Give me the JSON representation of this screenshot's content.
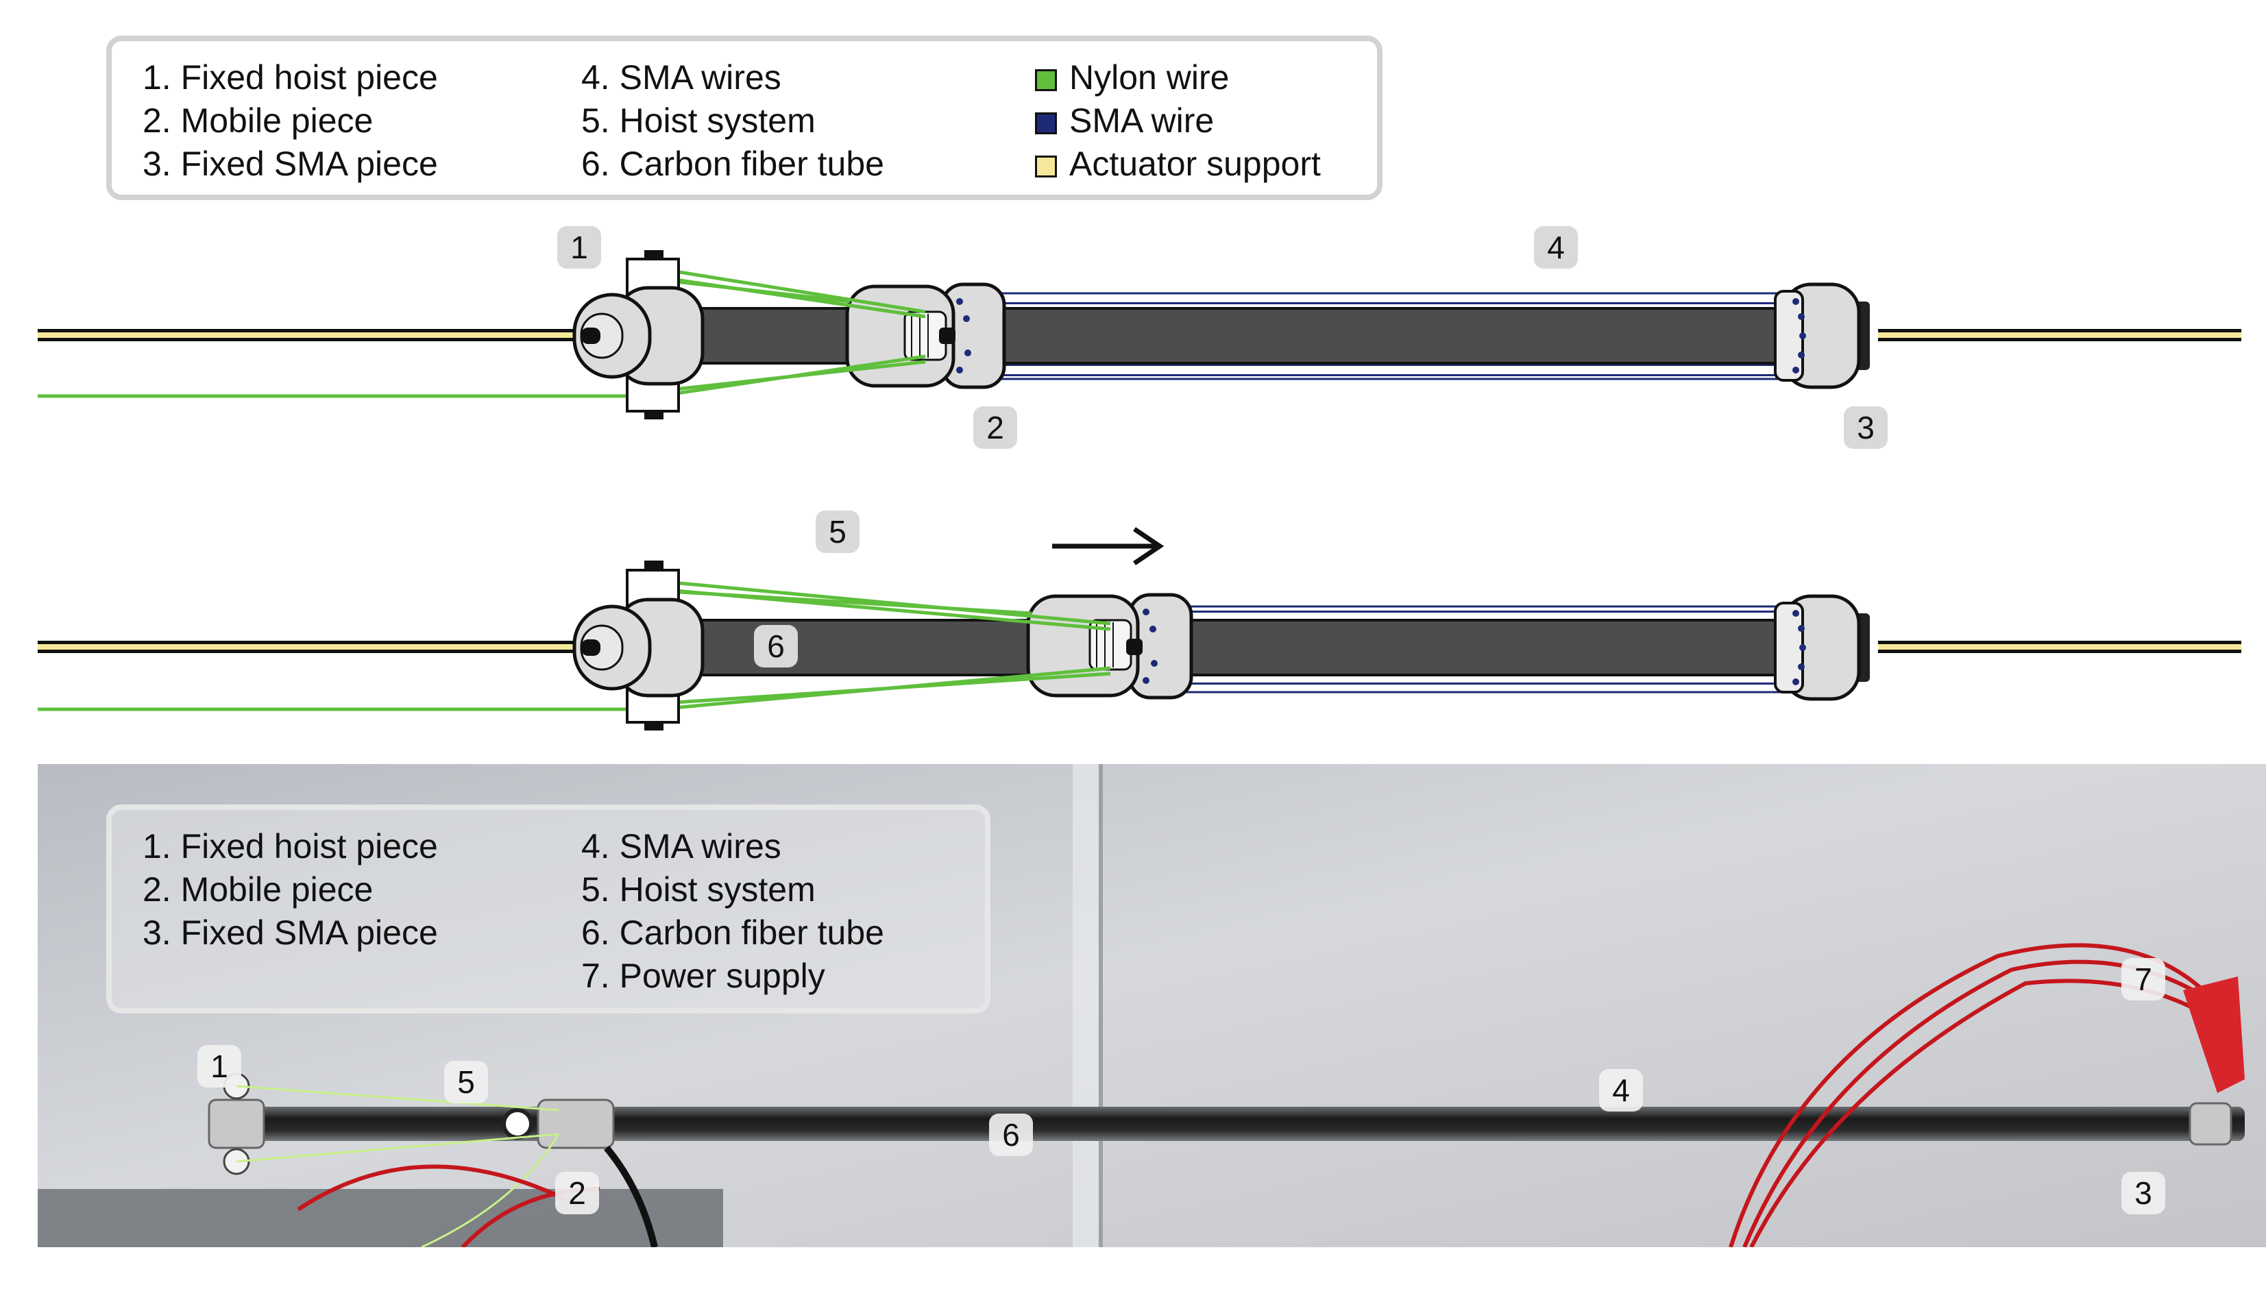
{
  "legend_top": {
    "items_col1": [
      "1. Fixed hoist piece",
      "2. Mobile piece",
      "3. Fixed SMA piece"
    ],
    "items_col2": [
      "4. SMA wires",
      "5. Hoist system",
      "6. Carbon fiber tube"
    ],
    "color_key": [
      {
        "label": "Nylon wire",
        "color": "#5fbf3c"
      },
      {
        "label": "SMA wire",
        "color": "#1e2a78"
      },
      {
        "label": "Actuator support",
        "color": "#f5e89a"
      }
    ]
  },
  "legend_photo": {
    "items_col1": [
      "1. Fixed hoist piece",
      "2. Mobile piece",
      "3. Fixed SMA piece"
    ],
    "items_col2": [
      "4. SMA wires",
      "5. Hoist system",
      "6. Carbon fiber tube",
      "7.  Power supply"
    ]
  },
  "diagram_top_labels": [
    "1",
    "4",
    "2",
    "3"
  ],
  "diagram_bottom_labels": [
    "5",
    "6"
  ],
  "photo_labels": [
    "1",
    "5",
    "4",
    "7",
    "6",
    "2",
    "3"
  ],
  "colors": {
    "nylon": "#5fbf3c",
    "sma": "#1e2a78",
    "support": "#f5e89a",
    "carbon_tube": "#4d4d4d",
    "piece_gray": "#dcdcdc",
    "power_wire": "#c4161c"
  }
}
